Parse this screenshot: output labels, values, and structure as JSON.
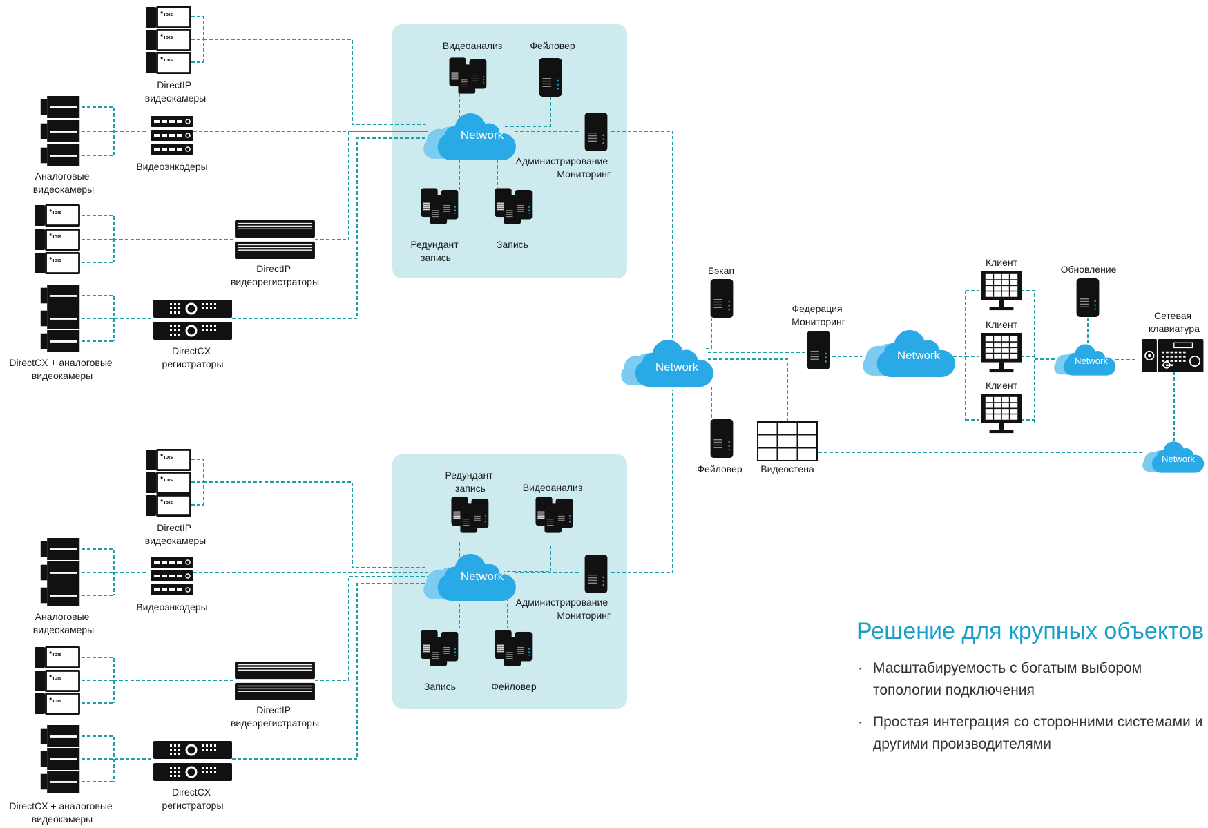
{
  "colors": {
    "accent": "#1aa0c8",
    "zone": "#cdebee",
    "link": "#1fa0a8",
    "cloud": "#29a9e6",
    "cloud_light": "#7ccbf1"
  },
  "network_label": "Network",
  "brand": "IDIS",
  "top_site": {
    "directip_cameras": [
      "DirectIP",
      "видеокамеры"
    ],
    "analog_cameras": [
      "Аналоговые",
      "видеокамеры"
    ],
    "encoders": "Видеоэнкодеры",
    "directip_nvr": [
      "DirectIP",
      "видеорегистраторы"
    ],
    "directcx_cameras": [
      "DirectCX + аналоговые",
      "видеокамеры"
    ],
    "directcx_dvr": [
      "DirectCX",
      "регистраторы"
    ],
    "zone": {
      "analytics": "Видеоанализ",
      "failover": "Фейловер",
      "admin": [
        "Администрирование",
        "Мониторинг"
      ],
      "redundant": [
        "Редундант",
        "запись"
      ],
      "recording": "Запись"
    }
  },
  "bottom_site": {
    "directip_cameras": [
      "DirectIP",
      "видеокамеры"
    ],
    "analog_cameras": [
      "Аналоговые",
      "видеокамеры"
    ],
    "encoders": "Видеоэнкодеры",
    "directip_nvr": [
      "DirectIP",
      "видеорегистраторы"
    ],
    "directcx_cameras": [
      "DirectCX + аналоговые",
      "видеокамеры"
    ],
    "directcx_dvr": [
      "DirectCX",
      "регистраторы"
    ],
    "zone": {
      "redundant": [
        "Редундант",
        "запись"
      ],
      "analytics": "Видеоанализ",
      "admin": [
        "Администрирование",
        "Мониторинг"
      ],
      "recording": "Запись",
      "failover": "Фейловер"
    }
  },
  "center": {
    "backup": "Бэкап",
    "failover": "Фейловер",
    "videowall": "Видеостена",
    "federation": [
      "Федерация",
      "Мониторинг"
    ],
    "client": "Клиент",
    "update": "Обновление",
    "keyboard": [
      "Сетевая",
      "клавиатура"
    ]
  },
  "solution": {
    "title": "Решение для крупных объектов",
    "bullet": "·",
    "items": [
      "Масштабируемость с богатым выбором топологии подключения",
      "Простая интеграция со сторонними системами и другими производителями"
    ]
  }
}
